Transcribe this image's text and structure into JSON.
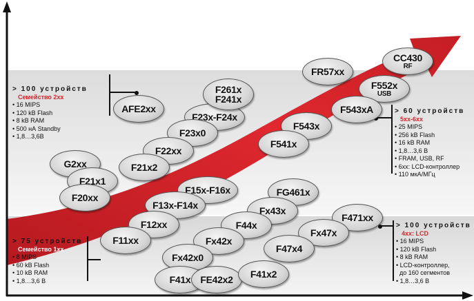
{
  "chips": [
    {
      "label": "CC430",
      "sub": "RF"
    },
    {
      "label": "FR57xx"
    },
    {
      "label": "F552x",
      "sub": "USB"
    },
    {
      "label": "F261x",
      "sub2": "F241x"
    },
    {
      "label": "F543xA"
    },
    {
      "label": "AFE2xx"
    },
    {
      "label": "F23x-F24x"
    },
    {
      "label": "F543x"
    },
    {
      "label": "F23x0"
    },
    {
      "label": "F541x"
    },
    {
      "label": "F22xx"
    },
    {
      "label": "G2xx"
    },
    {
      "label": "F21x2"
    },
    {
      "label": "F21x1"
    },
    {
      "label": "F15x-F16x"
    },
    {
      "label": "FG461x"
    },
    {
      "label": "F20xx"
    },
    {
      "label": "F13x-F14x"
    },
    {
      "label": "Fx43x"
    },
    {
      "label": "F471xx"
    },
    {
      "label": "F12xx"
    },
    {
      "label": "F44x"
    },
    {
      "label": "Fx47x"
    },
    {
      "label": "F11xx"
    },
    {
      "label": "Fx42x"
    },
    {
      "label": "F47x4"
    },
    {
      "label": "Fx42x0"
    },
    {
      "label": "F41x"
    },
    {
      "label": "FE42x2"
    },
    {
      "label": "F41x2"
    }
  ],
  "family2xx": {
    "count": "> 100 устройств",
    "name": "Семейство 2xx",
    "items": [
      "16 MIPS",
      "120 kB Flash",
      "8 kB RAM",
      "500 нА Standby",
      "1,8…3,6В"
    ]
  },
  "family5xx": {
    "count": "> 60 устройств",
    "name": "5xx-6xx",
    "items": [
      "25 MIPS",
      "256 kB Flash",
      "16 kB RAM",
      "1,8…3,6 В",
      "FRAM, USB, RF",
      "6xx: LCD-контроллер",
      "110 мкА/МГц"
    ]
  },
  "family4xx": {
    "count": "> 100 устройств",
    "name": "4xx: LCD",
    "items": [
      "16 MIPS",
      "120 kB Flash",
      "8 kB RAM",
      "LCD-контроллер,",
      "до 160 сегментов",
      "1,8…3,6 В"
    ]
  },
  "family1xx": {
    "count": "> 75 устройств",
    "name": "Семейство 1xx",
    "items": [
      "8 MIPS",
      "60 kB Flash",
      "10 kB RAM",
      "1,8…3,6 В"
    ]
  },
  "colors": {
    "arrow": "#d8232a",
    "band": "#e6e6e6"
  }
}
